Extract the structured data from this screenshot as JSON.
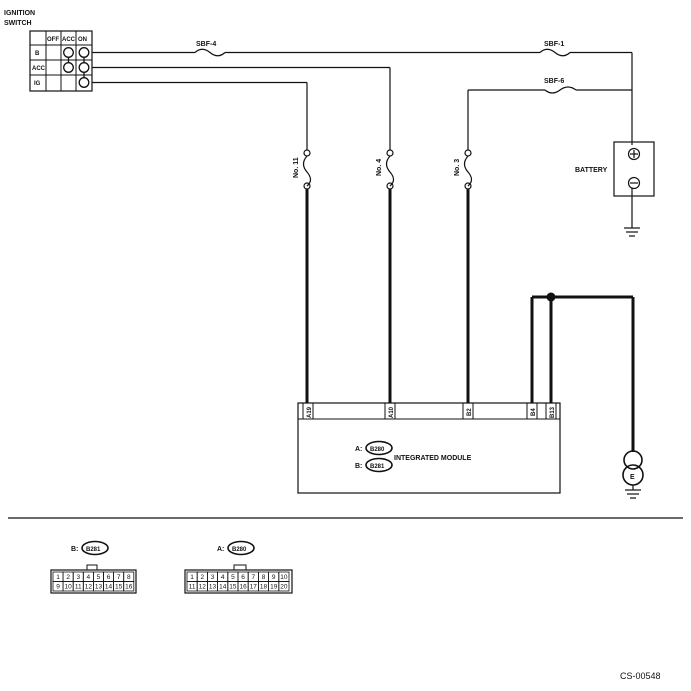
{
  "ignition_switch": {
    "title_line1": "IGNITION",
    "title_line2": "SWITCH",
    "col_headers": [
      "OFF",
      "ACC",
      "ON"
    ],
    "row_labels": [
      "B",
      "ACC",
      "IG"
    ]
  },
  "fuses": {
    "sbf4": "SBF-4",
    "sbf1": "SBF-1",
    "sbf6": "SBF-6",
    "no11": "No. 11",
    "no4": "No. 4",
    "no3": "No. 3"
  },
  "battery": {
    "label": "BATTERY"
  },
  "module": {
    "name": "INTEGRATED MODULE",
    "connector_a_prefix": "A:",
    "connector_a_code": "B280",
    "connector_b_prefix": "B:",
    "connector_b_code": "B281",
    "terminals": [
      "A19",
      "A10",
      "B2",
      "B4",
      "B13"
    ]
  },
  "ground": {
    "label": "E"
  },
  "connector_b281": {
    "prefix": "B:",
    "code": "B281",
    "row1": [
      "1",
      "2",
      "3",
      "4",
      "5",
      "6",
      "7",
      "8"
    ],
    "row2": [
      "9",
      "10",
      "11",
      "12",
      "13",
      "14",
      "15",
      "16"
    ]
  },
  "connector_b280": {
    "prefix": "A:",
    "code": "B280",
    "row1": [
      "1",
      "2",
      "3",
      "4",
      "5",
      "6",
      "7",
      "8",
      "9",
      "10"
    ],
    "row2": [
      "11",
      "12",
      "13",
      "14",
      "15",
      "16",
      "17",
      "18",
      "19",
      "20"
    ]
  },
  "figure_code": "CS-00548"
}
